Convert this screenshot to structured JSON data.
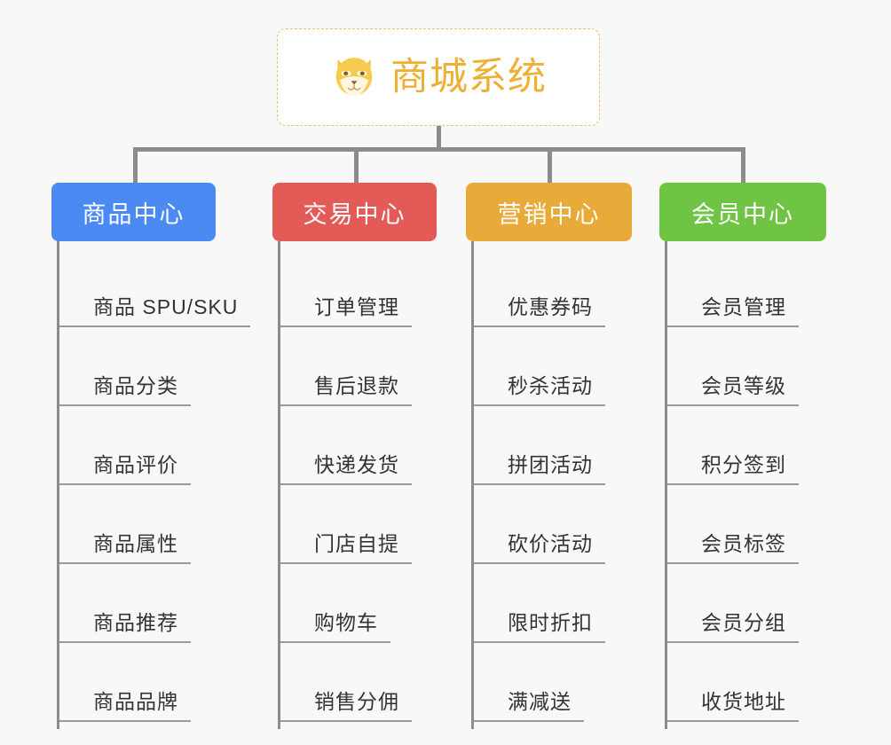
{
  "page": {
    "background_color": "#f8f8f8",
    "diagram_type": "org-chart-mindmap"
  },
  "root": {
    "title": "商城系统",
    "icon": "shiba-dog-face-icon",
    "text_color": "#edb034",
    "border_color": "#f0c15c",
    "background_color": "#ffffff"
  },
  "connector_color": "#8c8c8c",
  "columns": [
    {
      "label": "商品中心",
      "color": "#4a8af2",
      "items": [
        "商品 SPU/SKU",
        "商品分类",
        "商品评价",
        "商品属性",
        "商品推荐",
        "商品品牌"
      ]
    },
    {
      "label": "交易中心",
      "color": "#e35b57",
      "items": [
        "订单管理",
        "售后退款",
        "快递发货",
        "门店自提",
        "购物车",
        "销售分佣"
      ]
    },
    {
      "label": "营销中心",
      "color": "#e8aa38",
      "items": [
        "优惠券码",
        "秒杀活动",
        "拼团活动",
        "砍价活动",
        "限时折扣",
        "满减送"
      ]
    },
    {
      "label": "会员中心",
      "color": "#70c443",
      "items": [
        "会员管理",
        "会员等级",
        "积分签到",
        "会员标签",
        "会员分组",
        "收货地址"
      ]
    }
  ]
}
